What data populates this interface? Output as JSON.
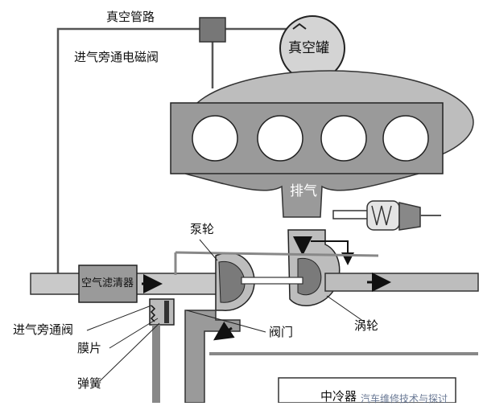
{
  "diagram": {
    "labels": {
      "vacuum_line": "真空管路",
      "bypass_solenoid": "进气旁通电磁阀",
      "vacuum_tank": "真空罐",
      "exhaust": "排气",
      "pump_wheel": "泵轮",
      "air_filter": "空气滤清器",
      "bypass_valve": "进气旁通阀",
      "diaphragm": "膜片",
      "spring": "弹簧",
      "valve_gate": "阀门",
      "turbine": "涡轮",
      "intercooler": "中冷器"
    },
    "watermark": "汽车维修技术与探讨"
  }
}
